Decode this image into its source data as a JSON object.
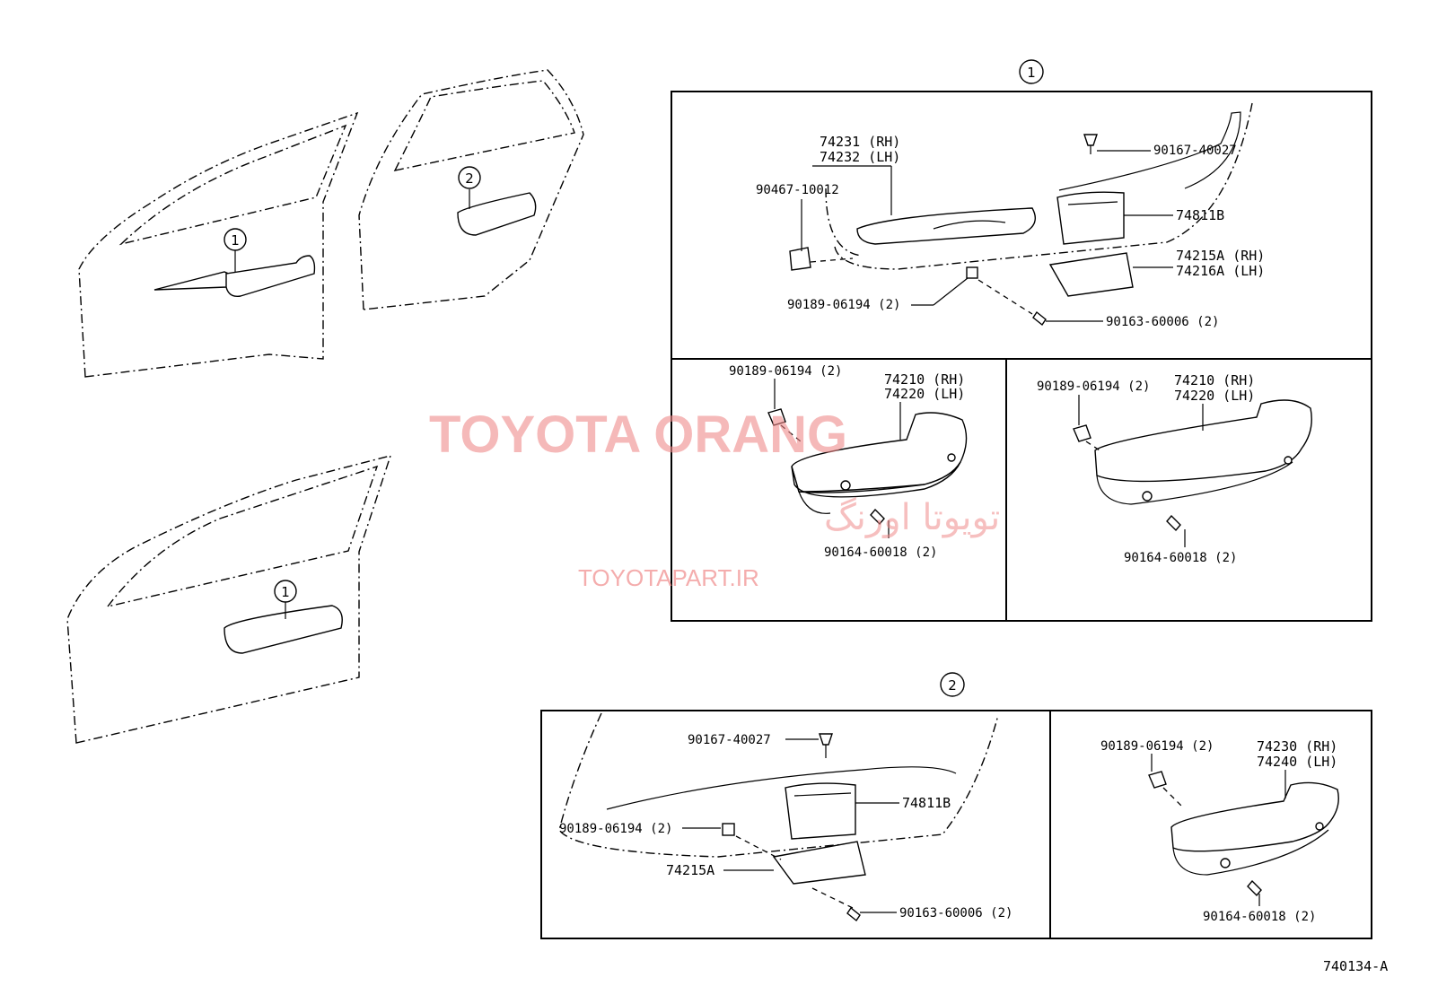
{
  "watermark": {
    "brand": "TOYOTA ORANG",
    "brand_fa": "تویوتا اورنگ",
    "site": "TOYOTAPART.IR"
  },
  "callouts": {
    "one": "1",
    "two": "2"
  },
  "section1_top": {
    "base_rh": "74231 (RH)",
    "base_lh": "74232 (LH)",
    "clip": "90467-10012",
    "screw_top": "90167-40027",
    "pocket": "74811B",
    "bracket_rh": "74215A (RH)",
    "bracket_lh": "74216A (LH)",
    "nut": "90189-06194 (2)",
    "bolt": "90163-60006 (2)"
  },
  "section1_left": {
    "nut": "90189-06194 (2)",
    "armrest_rh": "74210 (RH)",
    "armrest_lh": "74220 (LH)",
    "screw": "90164-60018 (2)"
  },
  "section1_right": {
    "nut": "90189-06194 (2)",
    "armrest_rh": "74210 (RH)",
    "armrest_lh": "74220 (LH)",
    "screw": "90164-60018 (2)"
  },
  "section2_left": {
    "screw_top": "90167-40027",
    "pocket": "74811B",
    "nut": "90189-06194 (2)",
    "bracket": "74215A",
    "bolt": "90163-60006 (2)"
  },
  "section2_right": {
    "nut": "90189-06194 (2)",
    "armrest_rh": "74230 (RH)",
    "armrest_lh": "74240 (LH)",
    "screw": "90164-60018 (2)"
  },
  "figure_code": "740134-A"
}
